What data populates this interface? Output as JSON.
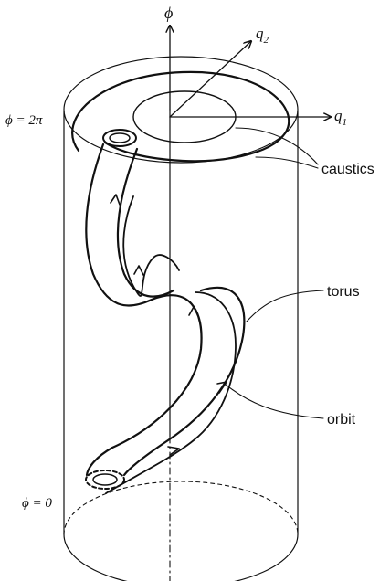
{
  "axes": {
    "phi": "ϕ",
    "q1": "q",
    "q1_sub": "1",
    "q2": "q",
    "q2_sub": "2"
  },
  "levels": {
    "top": "ϕ = 2π",
    "bottom": "ϕ = 0"
  },
  "labels": {
    "caustics": "caustics",
    "torus": "torus",
    "orbit": "orbit"
  }
}
